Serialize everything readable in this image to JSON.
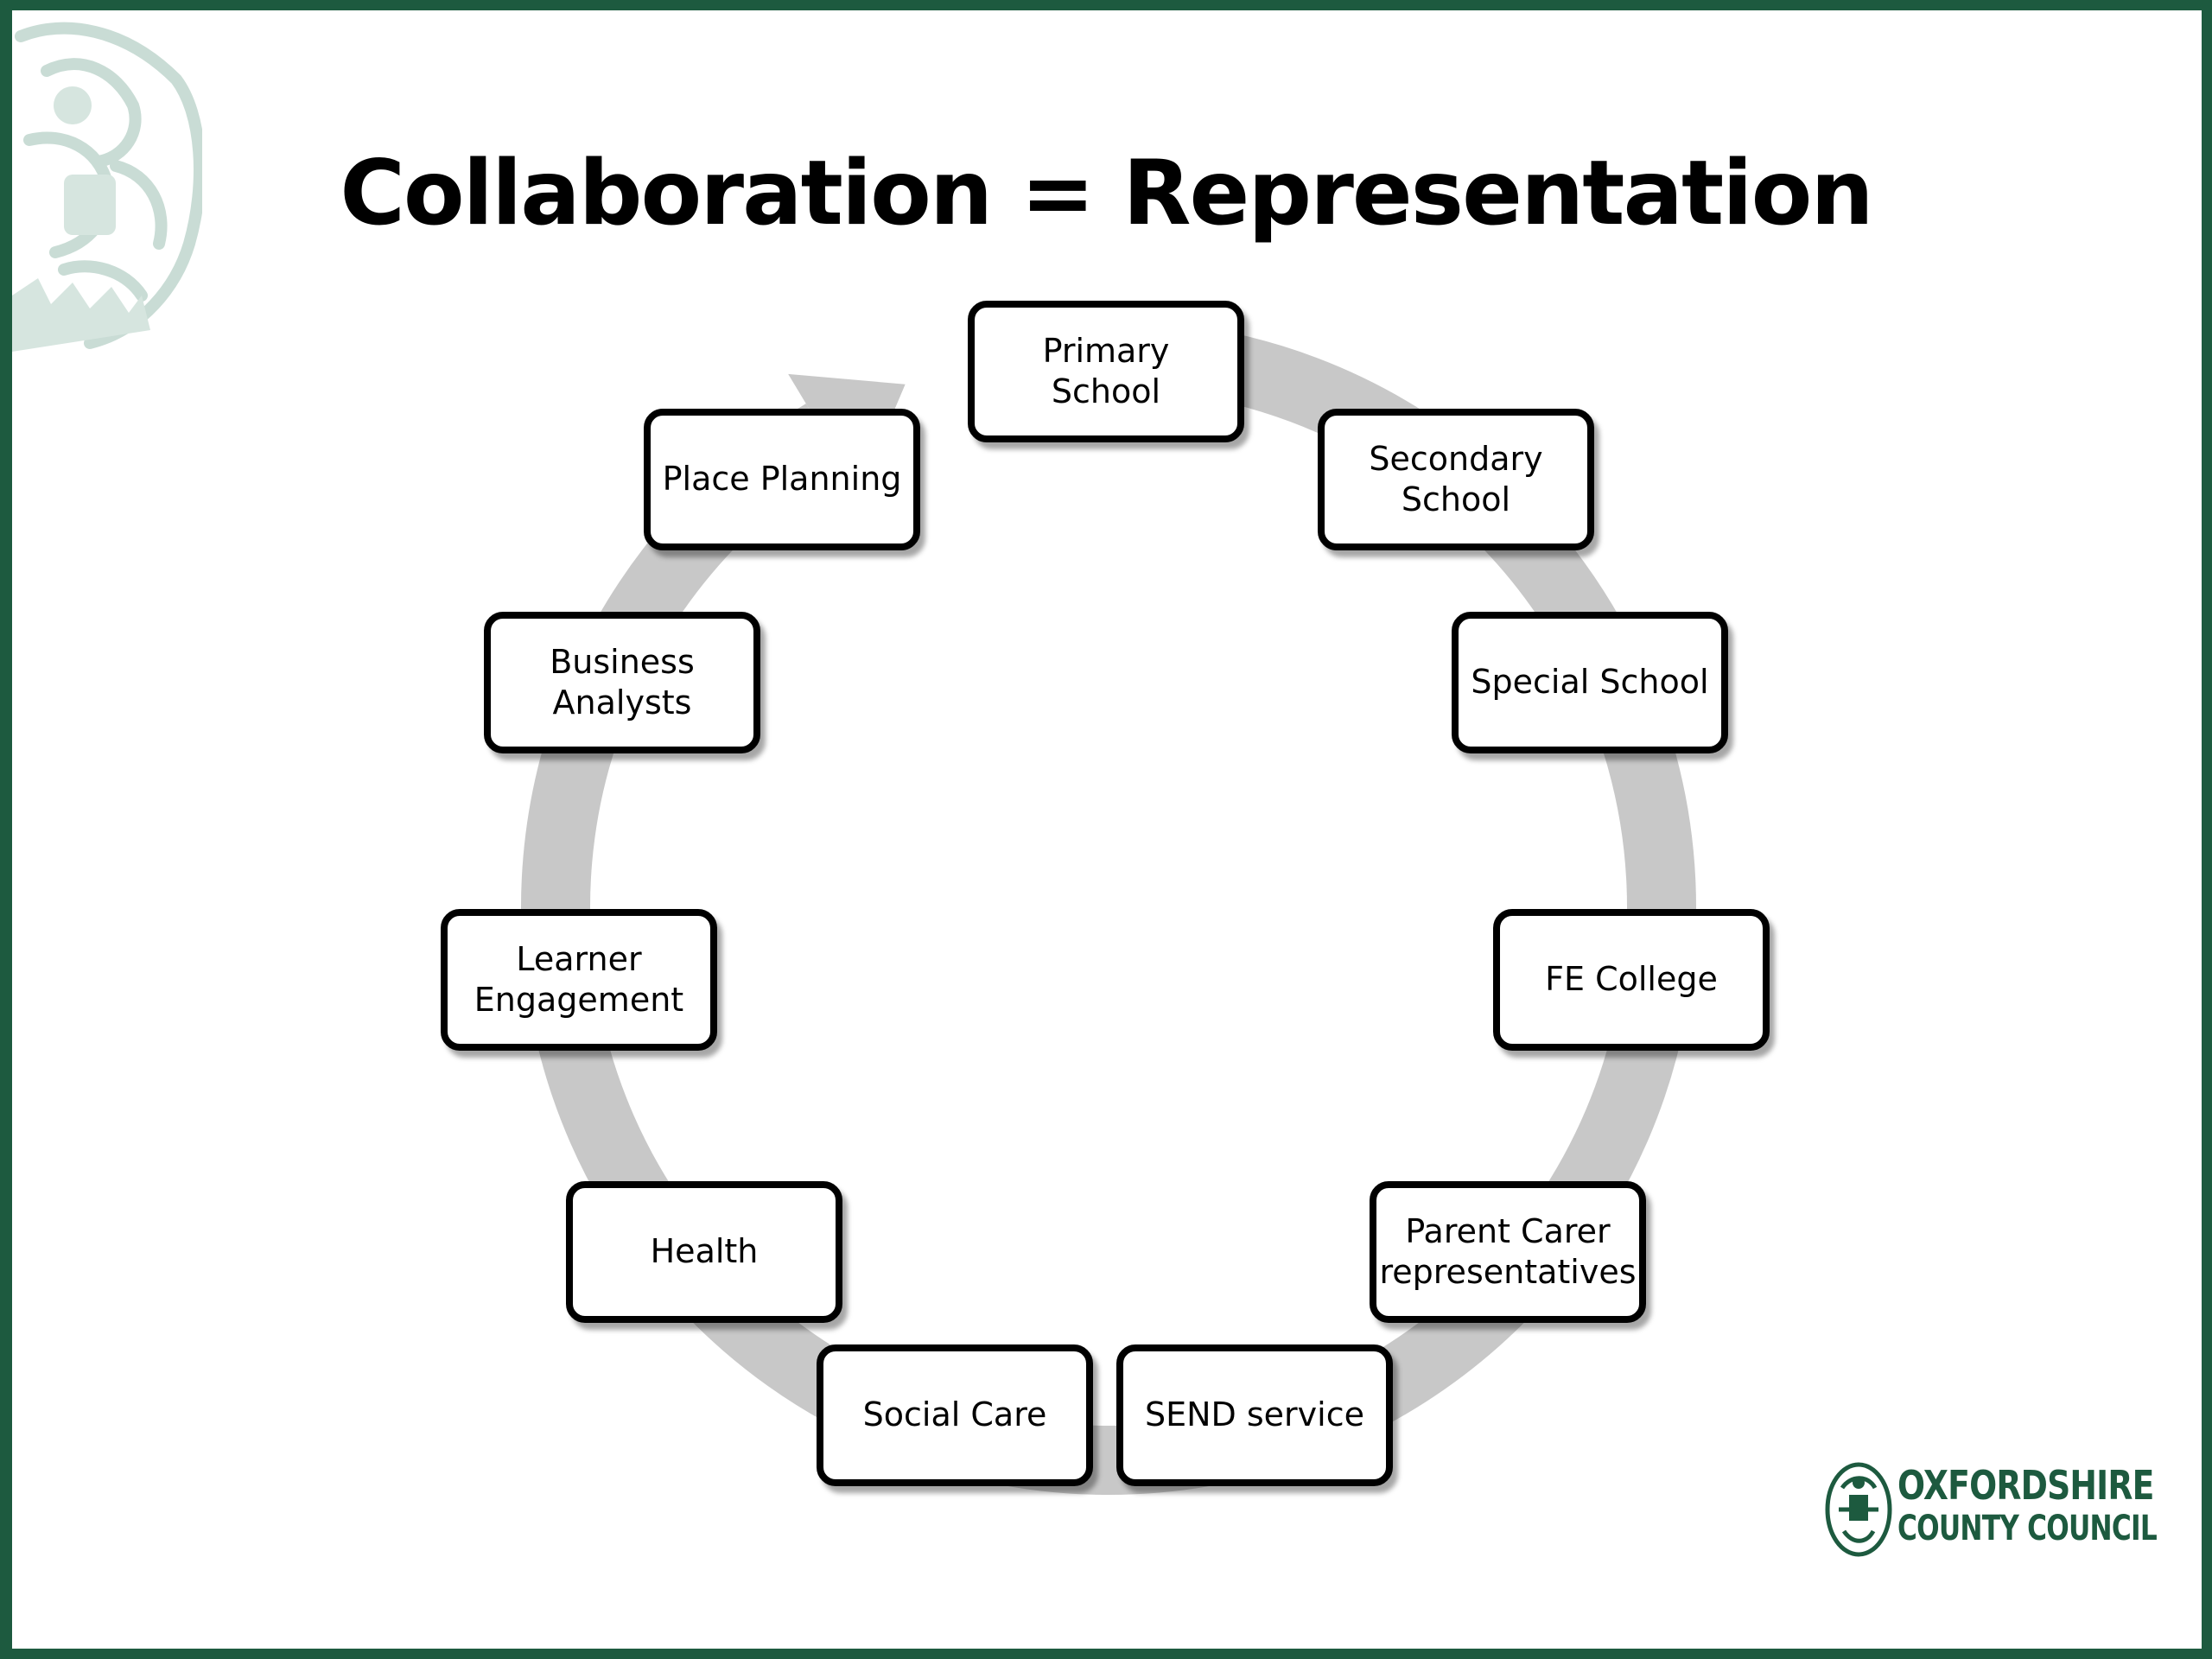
{
  "slide": {
    "title": "Collaboration = Representation"
  },
  "diagram": {
    "type": "cycle",
    "ring_color": "#c8c8c8",
    "nodes": [
      {
        "label": "Primary School"
      },
      {
        "label": "Secondary\nSchool"
      },
      {
        "label": "Special School"
      },
      {
        "label": "FE College"
      },
      {
        "label": "Parent Carer\nrepresentatives"
      },
      {
        "label": "SEND service"
      },
      {
        "label": "Social Care"
      },
      {
        "label": "Health"
      },
      {
        "label": "Learner\nEngagement"
      },
      {
        "label": "Business\nAnalysts"
      },
      {
        "label": "Place Planning"
      }
    ]
  },
  "branding": {
    "line1": "OXFORDSHIRE",
    "line2": "COUNTY COUNCIL",
    "color": "#1d5a3f",
    "frame_color": "#1d5a3f",
    "crest_icon": "council-crest-icon"
  }
}
